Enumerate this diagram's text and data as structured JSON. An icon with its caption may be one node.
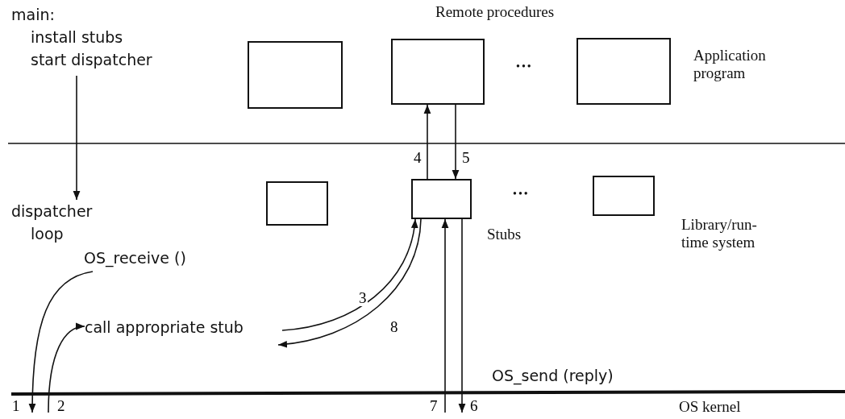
{
  "diagram": {
    "nodes": [
      {
        "text": [
          "main:",
          "install stubs",
          "start dispatcher"
        ]
      },
      {
        "text": [
          "dispatcher",
          "loop"
        ]
      },
      {
        "text": [
          "OS_receive ()"
        ]
      },
      {
        "text": [
          "call appropriate stub"
        ]
      },
      {
        "text": [],
        "shape": "box"
      },
      {
        "text": [],
        "shape": "box"
      },
      {
        "text": [],
        "shape": "box"
      },
      {
        "text": [],
        "shape": "box"
      },
      {
        "text": [],
        "shape": "box"
      },
      {
        "text": [],
        "shape": "box"
      }
    ],
    "edges": [
      {
        "from": 0,
        "to": 1,
        "arrow": "to"
      },
      {
        "from": 8,
        "to": 5,
        "arrow": "to",
        "label": "4"
      },
      {
        "from": 5,
        "to": 8,
        "arrow": "to",
        "label": "5"
      },
      {
        "from": 3,
        "to": 8,
        "arrow": "to",
        "label": "3"
      },
      {
        "from": 8,
        "to": 3,
        "arrow": "to",
        "label": "8"
      },
      {
        "from": 8,
        "to": null,
        "arrow": "to",
        "label": "6"
      },
      {
        "from": null,
        "to": 8,
        "arrow": "to",
        "label": "7"
      },
      {
        "from": 2,
        "to": null,
        "arrow": "to",
        "label": "1"
      },
      {
        "from": null,
        "to": 3,
        "arrow": "to",
        "label": "2"
      }
    ],
    "labels": [
      "Remote procedures",
      "•••",
      "Application program",
      "•••",
      "Stubs",
      "Library/run- time system",
      "OS_send (reply)",
      "OS kernel"
    ]
  }
}
